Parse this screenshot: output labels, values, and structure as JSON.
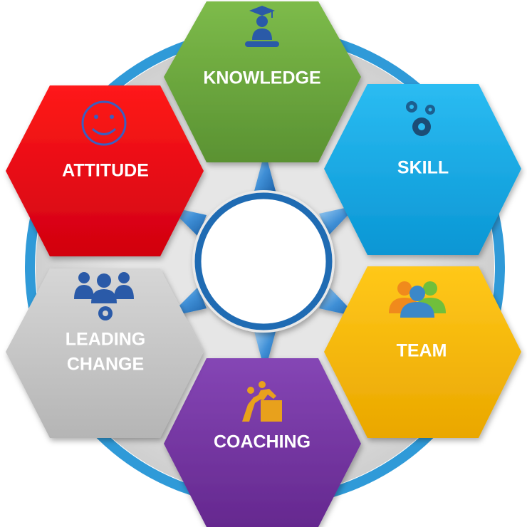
{
  "diagram": {
    "hexagons": [
      {
        "id": "knowledge",
        "label": "KNOWLEDGE",
        "color": "#6aa43c",
        "icon": "graduate-icon"
      },
      {
        "id": "skill",
        "label": "SKILL",
        "color": "#12a8e3",
        "icon": "gears-icon"
      },
      {
        "id": "team",
        "label": "TEAM",
        "color": "#f6b800",
        "icon": "team-icon"
      },
      {
        "id": "coaching",
        "label": "COACHING",
        "color": "#7235a0",
        "icon": "coaching-icon"
      },
      {
        "id": "leading-change",
        "label_line1": "LEADING",
        "label_line2": "CHANGE",
        "color": "#c9c9c9",
        "icon": "group-gear-icon"
      },
      {
        "id": "attitude",
        "label": "ATTITUDE",
        "color": "#e60012",
        "icon": "smiley-icon"
      }
    ],
    "ring_color": "#2f9ad8",
    "disk_color": "#dcdcdc",
    "center_ring_color": "#1f6bb3",
    "pointer_color": "#3f8fd6"
  }
}
